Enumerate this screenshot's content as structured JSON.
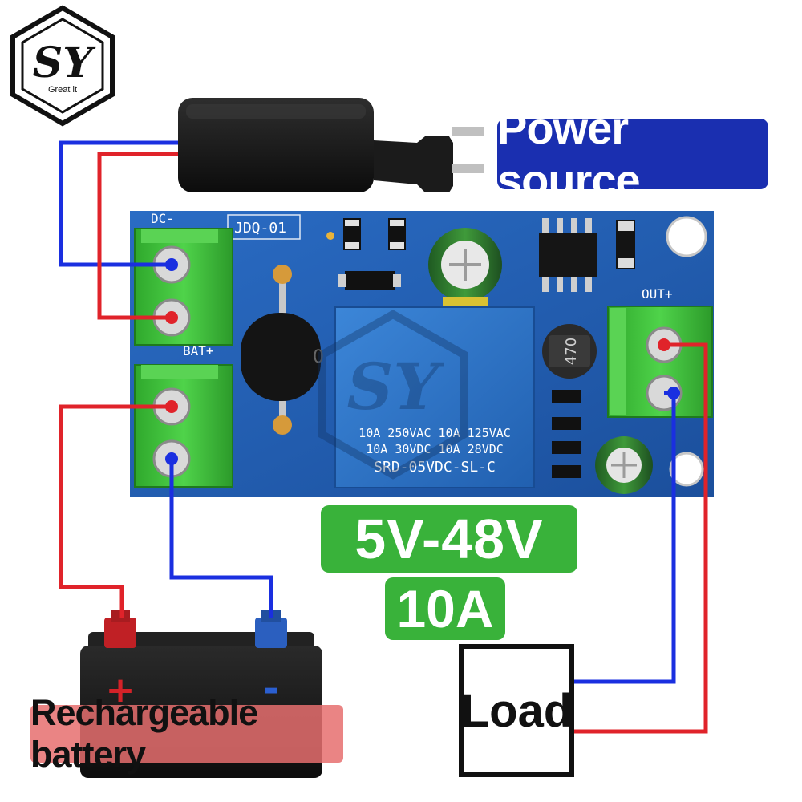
{
  "logo": {
    "letters": "SY",
    "tagline": "Great it"
  },
  "labels": {
    "power_source": "Power source",
    "voltage_range": "5V-48V",
    "current_rating": "10A",
    "load": "Load",
    "battery": "Rechargeable battery"
  },
  "board": {
    "model": "JDQ-01",
    "dc_minus": "DC-",
    "bat_plus": "BAT+",
    "out_plus": "OUT+",
    "relay_line1": "10A 250VAC 10A 125VAC",
    "relay_line2": "10A 30VDC 10A 28VDC",
    "relay_line3": "SRD-05VDC-SL-C",
    "diode_mark": "0",
    "inductor_mark": "470"
  },
  "battery_terminals": {
    "positive": "+",
    "negative": "-"
  },
  "colors": {
    "wire_blue": "#1a2fe0",
    "wire_red": "#e0232a",
    "pcb_blue": "#1f5fb4",
    "terminal_green": "#3fbf3a",
    "label_green": "#39b23a",
    "label_blue": "#1a2fb0"
  }
}
